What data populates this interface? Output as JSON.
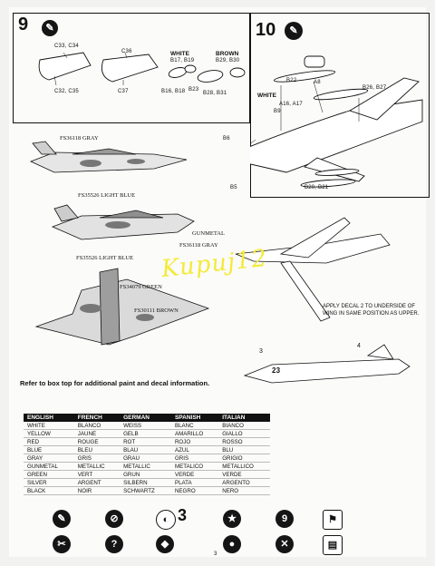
{
  "steps": {
    "step9": {
      "number": "9"
    },
    "step10": {
      "number": "10"
    }
  },
  "parts": {
    "c33_c34": "C33, C34",
    "c32_c35": "C32, C35",
    "c36": "C36",
    "c37": "C37",
    "white_label": "WHITE",
    "white_parts": "B17, B19",
    "brown_label": "BROWN",
    "brown_parts": "B29, B30",
    "b16_b18": "B16, B18",
    "b23": "B23",
    "b28_b31": "B28, B31",
    "b22": "B22",
    "a8": "A8",
    "b26_b27": "B26, B27",
    "white2": "WHITE",
    "a16_a17": "A16, A17",
    "b9": "B9",
    "b6": "B6",
    "b5": "B5",
    "b20_b21": "B20, B21"
  },
  "paint_labels": {
    "gray_fs36118_top": "FS36118 GRAY",
    "light_blue_top": "FS35526 LIGHT BLUE",
    "gunmetal": "GUNMETAL",
    "gray_fs36118_mid": "FS36118 GRAY",
    "light_blue_mid": "FS35526 LIGHT BLUE",
    "green": "FS34079 GREEN",
    "brown": "FS30111 BROWN"
  },
  "callouts": {
    "decal3": "3",
    "decal4": "4",
    "decal23": "23"
  },
  "watermark": "Kupuj12",
  "decal_note": "APPLY DECAL 2 TO UNDERSIDE OF WING IN SAME POSITION AS UPPER.",
  "refer_text": "Refer to box top for additional paint and decal information.",
  "color_table": {
    "headers": [
      "ENGLISH",
      "FRENCH",
      "GERMAN",
      "SPANISH",
      "ITALIAN"
    ],
    "rows": [
      [
        "WHITE",
        "BLANCO",
        "WEISS",
        "BLANC",
        "BIANCO"
      ],
      [
        "YELLOW",
        "JAUNE",
        "GELB",
        "AMARILLO",
        "GIALLO"
      ],
      [
        "RED",
        "ROUGE",
        "ROT",
        "ROJO",
        "ROSSO"
      ],
      [
        "BLUE",
        "BLEU",
        "BLAU",
        "AZUL",
        "BLU"
      ],
      [
        "GRAY",
        "GRIS",
        "GRAU",
        "GRIS",
        "GRIGIO"
      ],
      [
        "GUNMETAL",
        "METALLIC",
        "METALLIC",
        "METALICO",
        "METALLICO"
      ],
      [
        "GREEN",
        "VERT",
        "GRUN",
        "VERDE",
        "VERDE"
      ],
      [
        "SILVER",
        "ARGENT",
        "SILBERN",
        "PLATA",
        "ARGENTO"
      ],
      [
        "BLACK",
        "NOIR",
        "SCHWARTZ",
        "NEGRO",
        "NERO"
      ]
    ]
  },
  "legend": {
    "numeral": "3",
    "nine": "9",
    "question": "?"
  },
  "page_number": "3"
}
